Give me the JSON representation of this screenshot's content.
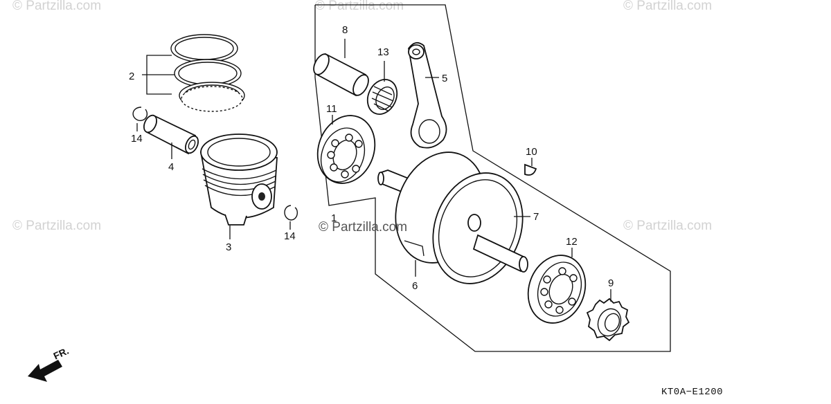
{
  "watermark": {
    "text": "© Partzilla.com"
  },
  "diagram_code": "KT0A−E1200",
  "direction_label": "FR.",
  "parts": [
    {
      "id": "p1",
      "label": "1"
    },
    {
      "id": "p2",
      "label": "2"
    },
    {
      "id": "p3",
      "label": "3"
    },
    {
      "id": "p4",
      "label": "4"
    },
    {
      "id": "p5",
      "label": "5"
    },
    {
      "id": "p6",
      "label": "6"
    },
    {
      "id": "p7",
      "label": "7"
    },
    {
      "id": "p8",
      "label": "8"
    },
    {
      "id": "p9",
      "label": "9"
    },
    {
      "id": "p10",
      "label": "10"
    },
    {
      "id": "p11",
      "label": "11"
    },
    {
      "id": "p12",
      "label": "12"
    },
    {
      "id": "p13",
      "label": "13"
    },
    {
      "id": "p14a",
      "label": "14"
    },
    {
      "id": "p14b",
      "label": "14"
    }
  ]
}
